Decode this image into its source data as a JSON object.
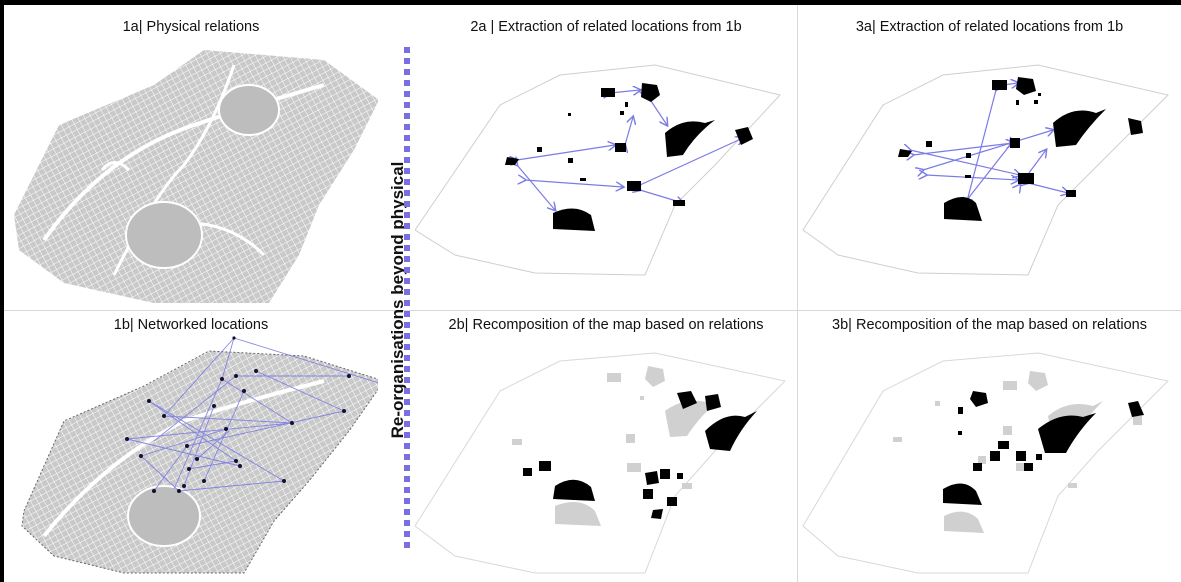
{
  "panels": {
    "p1a": {
      "title": "1a| Physical relations"
    },
    "p1b": {
      "title": "1b| Networked locations"
    },
    "p2a": {
      "title": "2a | Extraction of related locations from 1b"
    },
    "p2b": {
      "title": "2b| Recomposition of the map based on relations"
    },
    "p3a": {
      "title": "3a| Extraction of related locations from 1b"
    },
    "p3b": {
      "title": "3b| Recomposition of the map based on relations"
    }
  },
  "side_label": "Re-organisations beyond physical",
  "colors": {
    "map_fill": "#c9c9c9",
    "street": "#ffffff",
    "network_line": "#7b7be6",
    "node": "#111133",
    "site": "#000000",
    "ghost_site": "#d0d0d0",
    "dashed_divider": "#7b6fe0"
  }
}
